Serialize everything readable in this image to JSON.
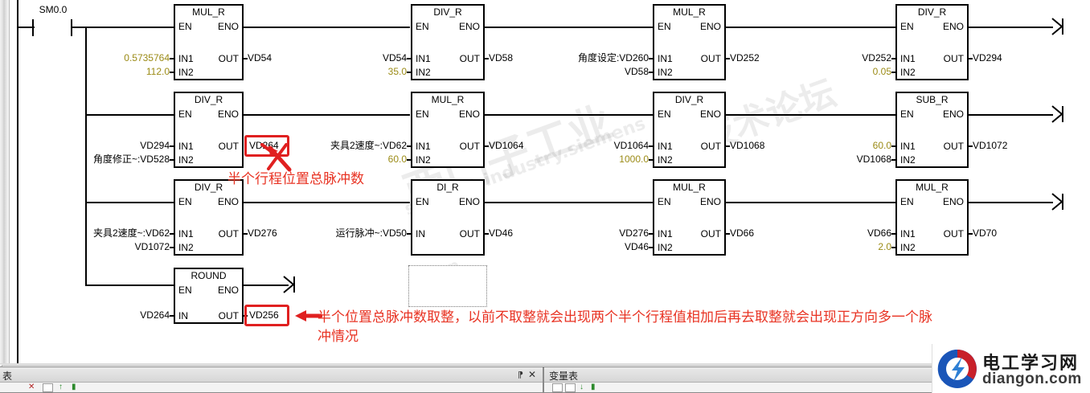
{
  "app": {
    "rail_label": "power-rail"
  },
  "contact": {
    "label": "SM0.0"
  },
  "blocks": [
    {
      "id": "b1",
      "title": "MUL_R",
      "en": "EN",
      "eno": "ENO",
      "out_pin": "OUT",
      "pins": [
        "IN1",
        "IN2"
      ],
      "in1": "0.5735764",
      "in1_const": true,
      "in2": "112.0",
      "in2_const": true,
      "out": "VD54"
    },
    {
      "id": "b2",
      "title": "DIV_R",
      "en": "EN",
      "eno": "ENO",
      "out_pin": "OUT",
      "pins": [
        "IN1",
        "IN2"
      ],
      "in1": "VD54",
      "in1_const": false,
      "in2": "35.0",
      "in2_const": true,
      "out": "VD58"
    },
    {
      "id": "b3",
      "title": "MUL_R",
      "en": "EN",
      "eno": "ENO",
      "out_pin": "OUT",
      "pins": [
        "IN1",
        "IN2"
      ],
      "in1": "角度设定:VD260",
      "in1_const": false,
      "in2": "VD58",
      "in2_const": false,
      "out": "VD252"
    },
    {
      "id": "b4",
      "title": "DIV_R",
      "en": "EN",
      "eno": "ENO",
      "out_pin": "OUT",
      "pins": [
        "IN1",
        "IN2"
      ],
      "in1": "VD252",
      "in1_const": false,
      "in2": "0.05",
      "in2_const": true,
      "out": "VD294"
    },
    {
      "id": "b5",
      "title": "DIV_R",
      "en": "EN",
      "eno": "ENO",
      "out_pin": "OUT",
      "pins": [
        "IN1",
        "IN2"
      ],
      "in1": "VD294",
      "in1_const": false,
      "in2": "角度修正~:VD528",
      "in2_const": false,
      "out": "VD264"
    },
    {
      "id": "b6",
      "title": "MUL_R",
      "en": "EN",
      "eno": "ENO",
      "out_pin": "OUT",
      "pins": [
        "IN1",
        "IN2"
      ],
      "in1": "夹具2速度~:VD62",
      "in1_const": false,
      "in2": "60.0",
      "in2_const": true,
      "out": "VD1064"
    },
    {
      "id": "b7",
      "title": "DIV_R",
      "en": "EN",
      "eno": "ENO",
      "out_pin": "OUT",
      "pins": [
        "IN1",
        "IN2"
      ],
      "in1": "VD1064",
      "in1_const": false,
      "in2": "1000.0",
      "in2_const": true,
      "out": "VD1068"
    },
    {
      "id": "b8",
      "title": "SUB_R",
      "en": "EN",
      "eno": "ENO",
      "out_pin": "OUT",
      "pins": [
        "IN1",
        "IN2"
      ],
      "in1": "60.0",
      "in1_const": true,
      "in2": "VD1068",
      "in2_const": false,
      "out": "VD1072"
    },
    {
      "id": "b9",
      "title": "DIV_R",
      "en": "EN",
      "eno": "ENO",
      "out_pin": "OUT",
      "pins": [
        "IN1",
        "IN2"
      ],
      "in1": "夹具2速度~:VD62",
      "in1_const": false,
      "in2": "VD1072",
      "in2_const": false,
      "out": "VD276"
    },
    {
      "id": "b10",
      "title": "DI_R",
      "en": "EN",
      "eno": "ENO",
      "out_pin": "OUT",
      "pins": [
        "IN"
      ],
      "in1": "运行脉冲~:VD50",
      "in1_const": false,
      "in2": "",
      "in2_const": false,
      "out": "VD46"
    },
    {
      "id": "b11",
      "title": "MUL_R",
      "en": "EN",
      "eno": "ENO",
      "out_pin": "OUT",
      "pins": [
        "IN1",
        "IN2"
      ],
      "in1": "VD276",
      "in1_const": false,
      "in2": "VD46",
      "in2_const": false,
      "out": "VD66"
    },
    {
      "id": "b12",
      "title": "MUL_R",
      "en": "EN",
      "eno": "ENO",
      "out_pin": "OUT",
      "pins": [
        "IN1",
        "IN2"
      ],
      "in1": "VD66",
      "in1_const": false,
      "in2": "2.0",
      "in2_const": true,
      "out": "VD70"
    },
    {
      "id": "b13",
      "title": "ROUND",
      "en": "EN",
      "eno": "ENO",
      "out_pin": "OUT",
      "pins": [
        "IN"
      ],
      "in1": "VD264",
      "in1_const": false,
      "in2": "",
      "in2_const": false,
      "out": "VD256"
    }
  ],
  "annotations": {
    "note1": "半个行程位置总脉冲数",
    "note2_line1": "半个位置总脉冲数取整，以前不取整就会出现两个半个行程值相加后再去取整就会出现正方向多一个脉",
    "note2_line2": "冲情况"
  },
  "watermarks": {
    "wm1": "技术论坛",
    "wm2": "西门子工业",
    "wm3": "support.industry.siemens",
    "wm4": "supp"
  },
  "panels": {
    "left": {
      "title": "表",
      "pin": "⁋",
      "close": "✕"
    },
    "right": {
      "title": "变量表",
      "pin": "",
      "close": ""
    }
  },
  "logo": {
    "cn": "电工学习网",
    "en": "diangon.com"
  },
  "colors": {
    "constant": "#9b8b16",
    "annotation": "#e83323",
    "highlight": "#e02020",
    "wire": "#000000"
  }
}
